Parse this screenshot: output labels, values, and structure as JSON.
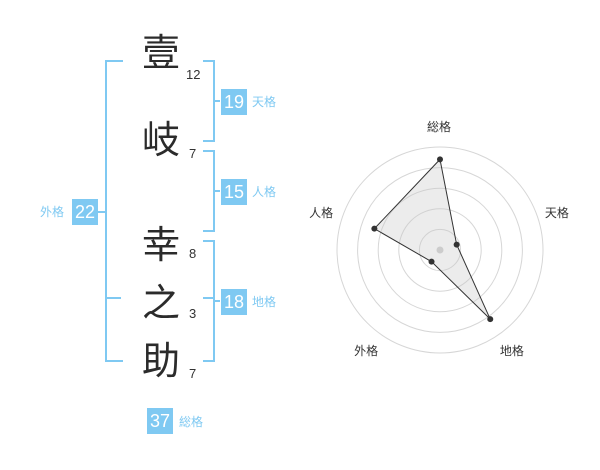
{
  "name_chars": [
    {
      "char": "壹",
      "strokes": "12"
    },
    {
      "char": "岐",
      "strokes": "7"
    },
    {
      "char": "幸",
      "strokes": "8"
    },
    {
      "char": "之",
      "strokes": "3"
    },
    {
      "char": "助",
      "strokes": "7"
    }
  ],
  "kakusu": {
    "tenkaku": {
      "value": "19",
      "label": "天格"
    },
    "jinkaku": {
      "value": "15",
      "label": "人格"
    },
    "chikaku": {
      "value": "18",
      "label": "地格"
    },
    "gaikaku": {
      "value": "22",
      "label": "外格"
    },
    "soukaku": {
      "value": "37",
      "label": "総格"
    }
  },
  "colors": {
    "accent": "#7fc9f2",
    "text": "#2b2b2b"
  },
  "chart_data": {
    "type": "radar",
    "axes": [
      "総格",
      "天格",
      "地格",
      "外格",
      "人格"
    ],
    "values": [
      0.88,
      0.17,
      0.83,
      0.14,
      0.67
    ],
    "range": [
      0,
      1
    ],
    "rings": 5,
    "grid": true
  }
}
